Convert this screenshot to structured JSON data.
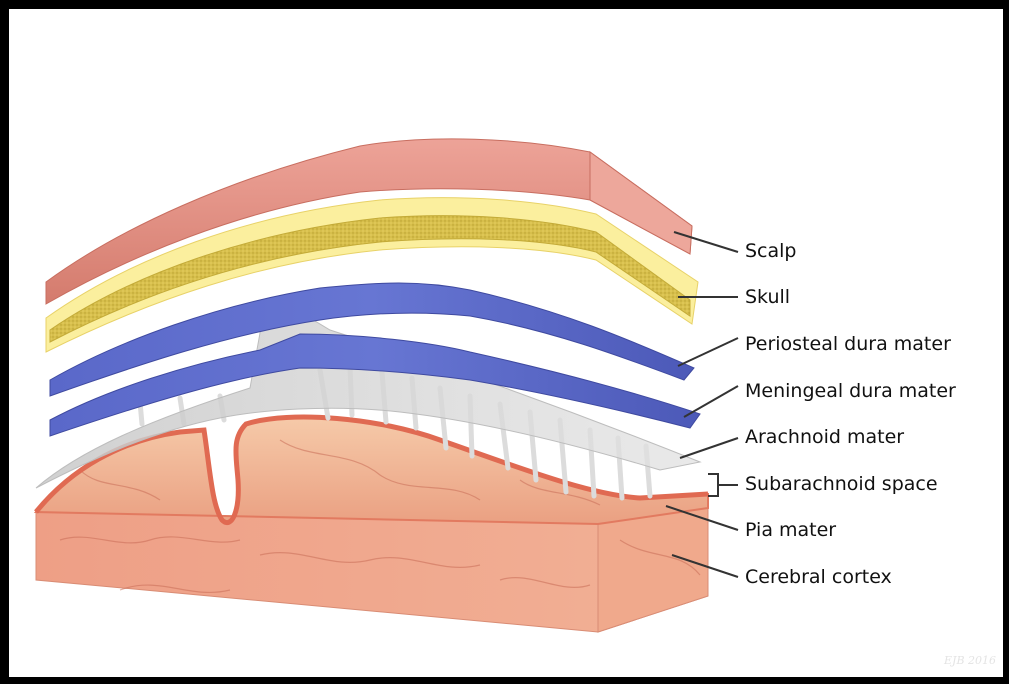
{
  "labels": {
    "scalp": "Scalp",
    "skull": "Skull",
    "periosteal": "Periosteal dura mater",
    "meningeal": "Meningeal dura mater",
    "arachnoid": "Arachnoid mater",
    "subarachnoid": "Subarachnoid space",
    "pia": "Pia mater",
    "cortex": "Cerebral cortex"
  },
  "signature": "EJB 2016",
  "colors": {
    "scalp": "#e0877a",
    "skull": "#f3e68a",
    "skull_core": "#d9c24e",
    "dura": "#5563c4",
    "arachnoid": "#d0d0d0",
    "pia": "#e06a52",
    "cortex": "#f2b89a",
    "frame": "#000000"
  }
}
